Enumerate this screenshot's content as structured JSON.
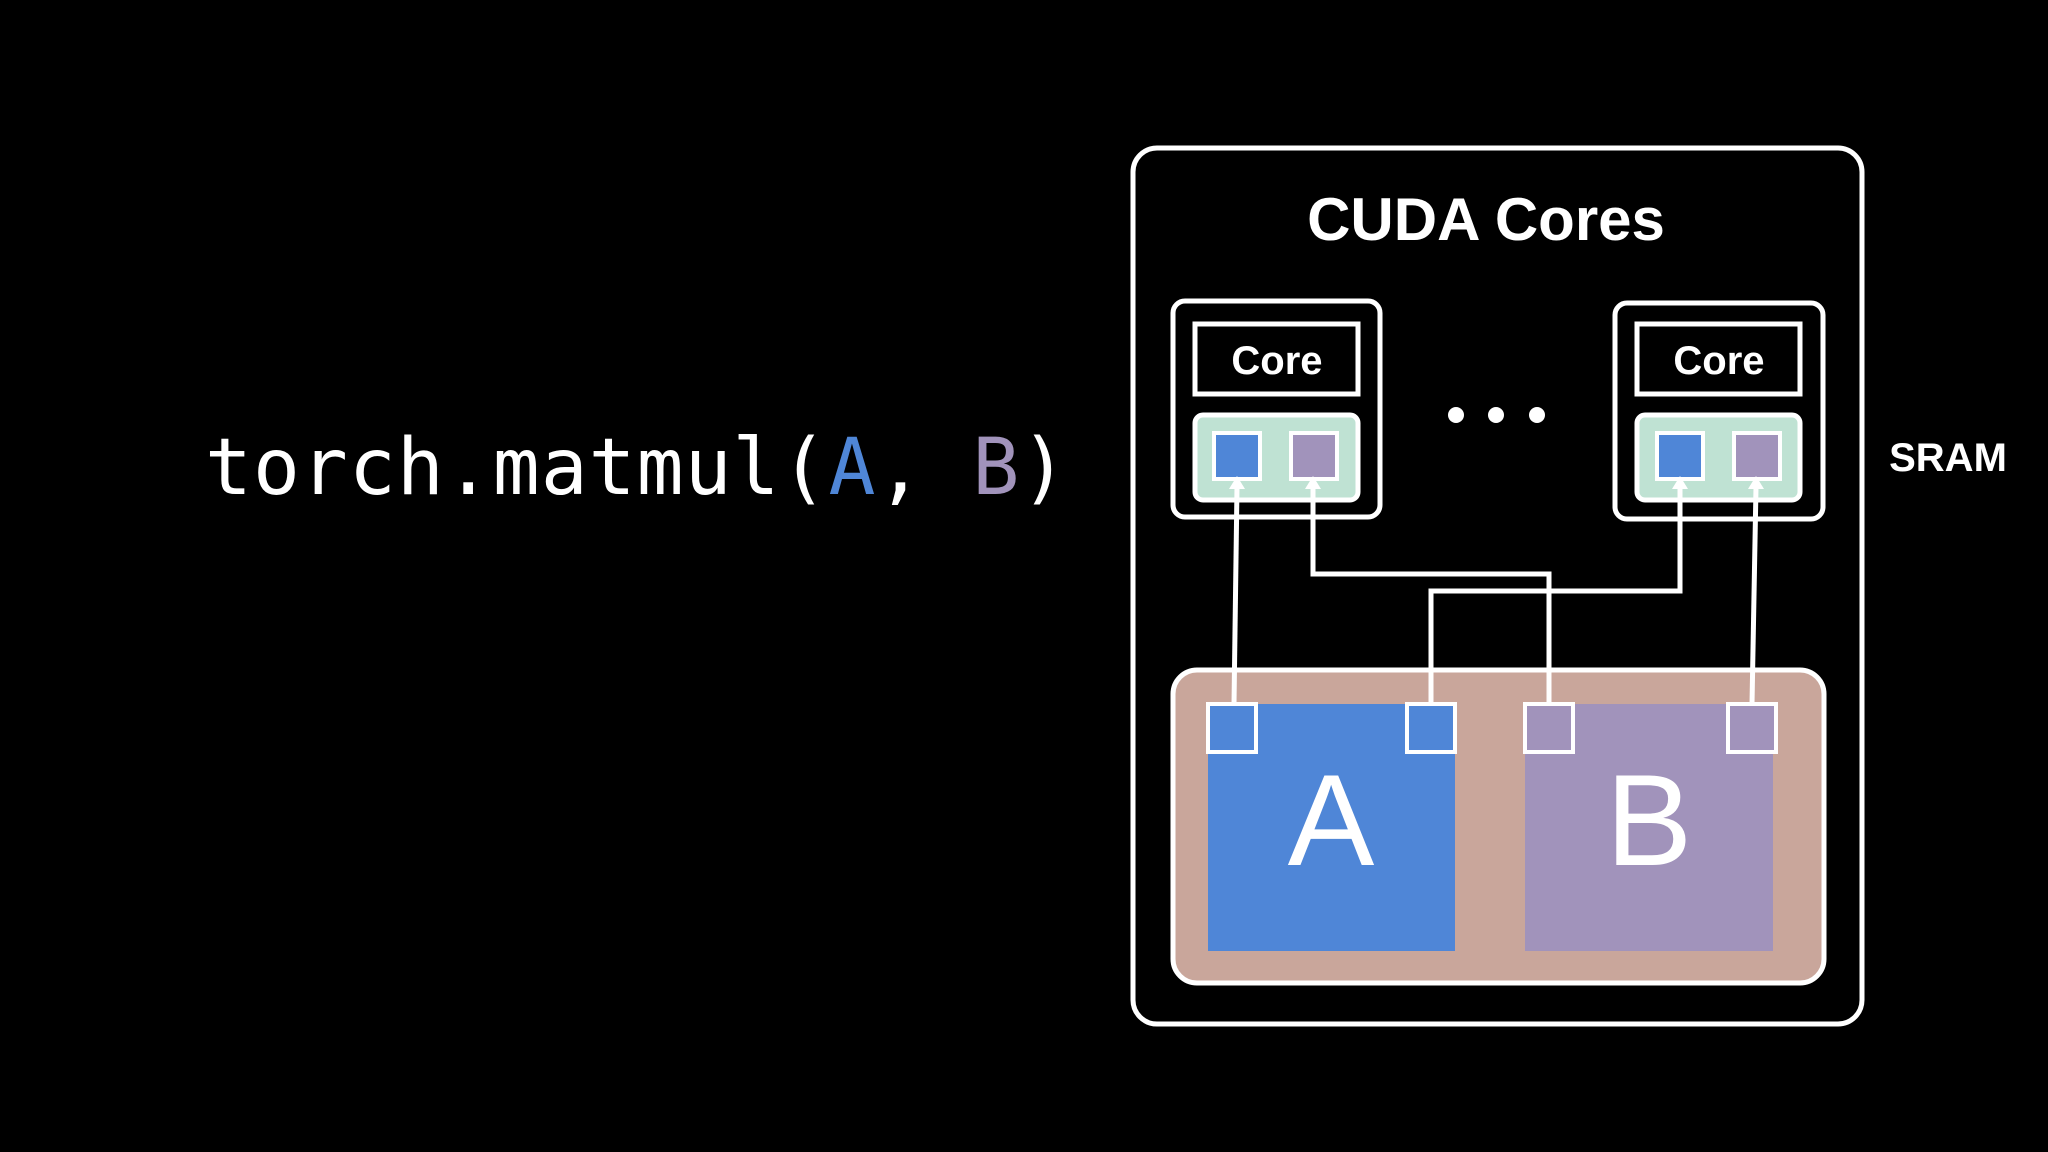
{
  "code": {
    "prefix": "torch.matmul(",
    "arg_a": "A",
    "separator": ", ",
    "arg_b": "B",
    "suffix": ")"
  },
  "diagram": {
    "title": "CUDA Cores",
    "core_label": "Core",
    "ellipsis": "• • •",
    "sram_label": "SRAM",
    "matrix_a_label": "A",
    "matrix_b_label": "B"
  },
  "colors": {
    "background": "#000000",
    "outline": "#ffffff",
    "matrix_a": "#4f86d7",
    "matrix_b": "#a193bb",
    "sram": "#c9a69b",
    "core_register": "#bfe2d3"
  }
}
